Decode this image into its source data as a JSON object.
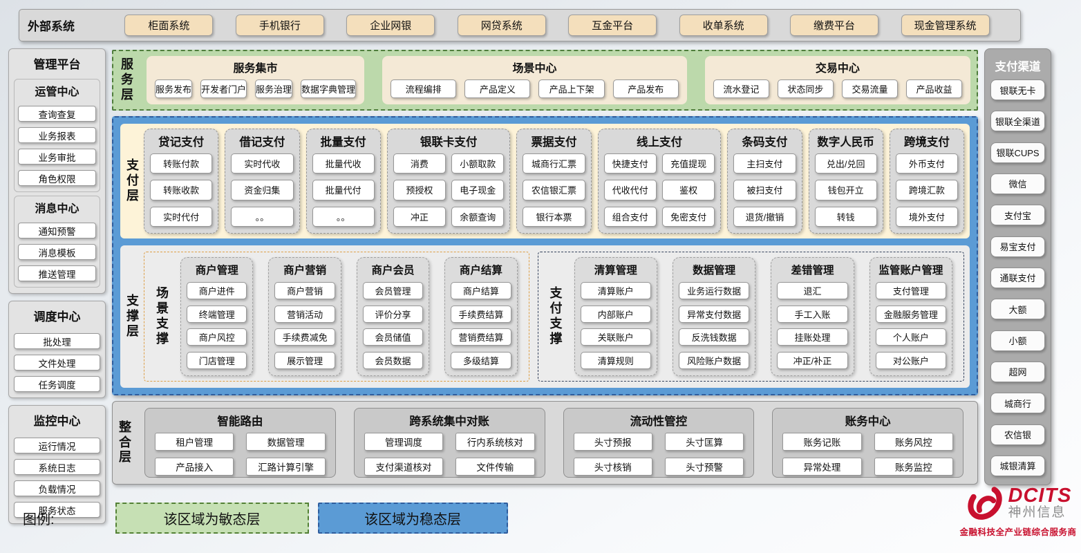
{
  "external_systems": {
    "label": "外部系统",
    "items": [
      "柜面系统",
      "手机银行",
      "企业网银",
      "网贷系统",
      "互金平台",
      "收单系统",
      "缴费平台",
      "现金管理系统"
    ]
  },
  "management_platform": {
    "panels": [
      {
        "title": "管理平台",
        "groups": [
          {
            "title": "运管中心",
            "items": [
              "查询查复",
              "业务报表",
              "业务审批",
              "角色权限"
            ]
          },
          {
            "title": "消息中心",
            "items": [
              "通知预警",
              "消息模板",
              "推送管理"
            ]
          }
        ]
      },
      {
        "title": "调度中心",
        "items": [
          "批处理",
          "文件处理",
          "任务调度"
        ]
      },
      {
        "title": "监控中心",
        "items": [
          "运行情况",
          "系统日志",
          "负载情况",
          "服务状态"
        ]
      }
    ]
  },
  "service_layer": {
    "label": "服务层",
    "groups": [
      {
        "title": "服务集市",
        "items": [
          "服务发布",
          "开发者门户",
          "服务治理",
          "数据字典管理"
        ]
      },
      {
        "title": "场景中心",
        "items": [
          "流程编排",
          "产品定义",
          "产品上下架",
          "产品发布"
        ]
      },
      {
        "title": "交易中心",
        "items": [
          "流水登记",
          "状态同步",
          "交易流量",
          "产品收益"
        ]
      }
    ]
  },
  "payment_layer": {
    "label": "支付层",
    "groups": [
      {
        "title": "贷记支付",
        "cols": 1,
        "items": [
          "转账付款",
          "转账收款",
          "实时代付"
        ]
      },
      {
        "title": "借记支付",
        "cols": 1,
        "items": [
          "实时代收",
          "资金归集",
          "。。"
        ]
      },
      {
        "title": "批量支付",
        "cols": 1,
        "items": [
          "批量代收",
          "批量代付",
          "。。"
        ]
      },
      {
        "title": "银联卡支付",
        "cols": 2,
        "items": [
          "消费",
          "小额取款",
          "预授权",
          "电子现金",
          "冲正",
          "余额查询"
        ]
      },
      {
        "title": "票据支付",
        "cols": 1,
        "items": [
          "城商行汇票",
          "农信银汇票",
          "银行本票"
        ]
      },
      {
        "title": "线上支付",
        "cols": 2,
        "items": [
          "快捷支付",
          "充值提现",
          "代收代付",
          "鉴权",
          "组合支付",
          "免密支付"
        ]
      },
      {
        "title": "条码支付",
        "cols": 1,
        "items": [
          "主扫支付",
          "被扫支付",
          "退货/撤销"
        ]
      },
      {
        "title": "数字人民币",
        "cols": 1,
        "items": [
          "兑出/兑回",
          "钱包开立",
          "转钱"
        ]
      },
      {
        "title": "跨境支付",
        "cols": 1,
        "items": [
          "外币支付",
          "跨境汇款",
          "境外支付"
        ]
      }
    ]
  },
  "support_layer": {
    "label": "支撑层",
    "scene_support": {
      "label": "场景支撑",
      "groups": [
        {
          "title": "商户管理",
          "items": [
            "商户进件",
            "终端管理",
            "商户风控",
            "门店管理"
          ]
        },
        {
          "title": "商户营销",
          "items": [
            "商户营销",
            "营销活动",
            "手续费减免",
            "展示管理"
          ]
        },
        {
          "title": "商户会员",
          "items": [
            "会员管理",
            "评价分享",
            "会员储值",
            "会员数据"
          ]
        },
        {
          "title": "商户结算",
          "items": [
            "商户结算",
            "手续费结算",
            "营销费结算",
            "多级结算"
          ]
        }
      ]
    },
    "payment_support": {
      "label": "支付支撑",
      "groups": [
        {
          "title": "清算管理",
          "items": [
            "清算账户",
            "内部账户",
            "关联账户",
            "清算规则"
          ]
        },
        {
          "title": "数据管理",
          "items": [
            "业务运行数据",
            "异常支付数据",
            "反洗钱数据",
            "风险账户数据"
          ]
        },
        {
          "title": "差错管理",
          "items": [
            "退汇",
            "手工入账",
            "挂账处理",
            "冲正/补正"
          ]
        },
        {
          "title": "监管账户管理",
          "items": [
            "支付管理",
            "金融服务管理",
            "个人账户",
            "对公账户"
          ]
        }
      ]
    }
  },
  "integration_layer": {
    "label": "整合层",
    "groups": [
      {
        "title": "智能路由",
        "items": [
          "租户管理",
          "数据管理",
          "产品接入",
          "汇路计算引擎"
        ]
      },
      {
        "title": "跨系统集中对账",
        "items": [
          "管理调度",
          "行内系统核对",
          "支付渠道核对",
          "文件传输"
        ]
      },
      {
        "title": "流动性管控",
        "items": [
          "头寸预报",
          "头寸匡算",
          "头寸核销",
          "头寸预警"
        ]
      },
      {
        "title": "账务中心",
        "items": [
          "账务记账",
          "账务风控",
          "异常处理",
          "账务监控"
        ]
      }
    ]
  },
  "payment_channels": {
    "title": "支付渠道",
    "items": [
      "银联无卡",
      "银联全渠道",
      "银联CUPS",
      "微信",
      "支付宝",
      "易宝支付",
      "通联支付",
      "大额",
      "小额",
      "超网",
      "城商行",
      "农信银",
      "城银清算"
    ]
  },
  "legend": {
    "label": "图例:",
    "agile": "该区域为敏态层",
    "stable": "该区域为稳态层"
  },
  "logo": {
    "brand": "DCITS",
    "name": "神州信息",
    "tagline": "金融科技全产业链综合服务商"
  },
  "colors": {
    "agile_green": "#C6E0B4",
    "stable_blue": "#5B9BD5",
    "cream": "#FDF3D8",
    "brand_red": "#C8102E"
  }
}
